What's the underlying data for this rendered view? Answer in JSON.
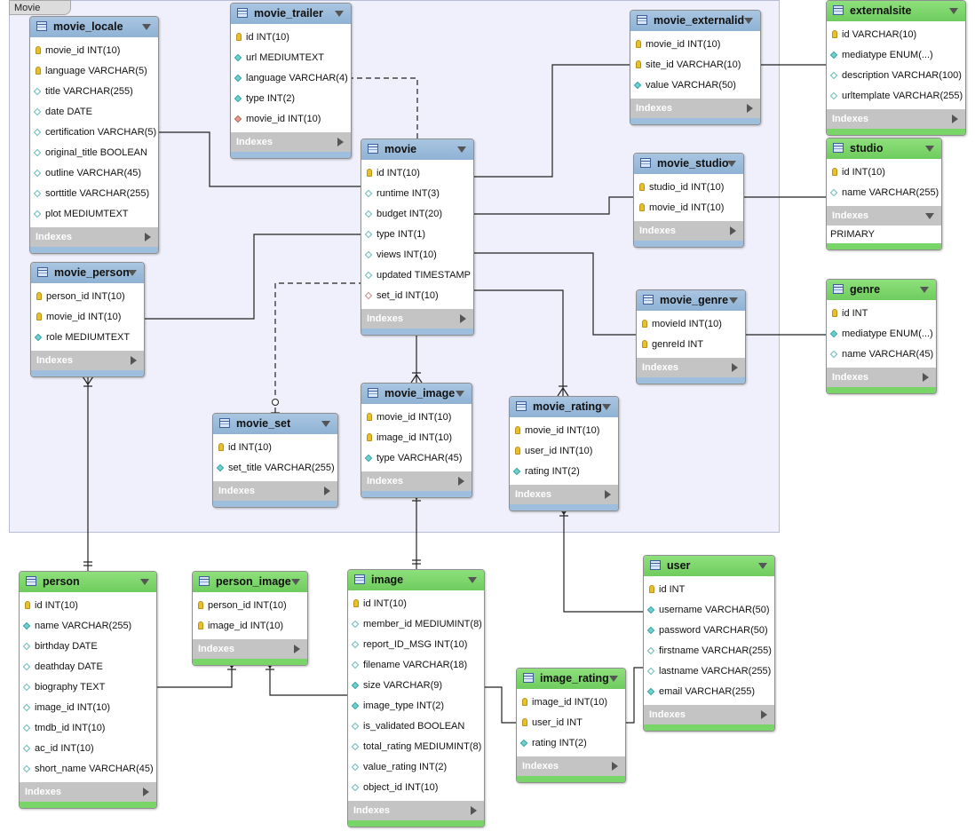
{
  "group": {
    "label": "Movie"
  },
  "indexes_label": "Indexes",
  "entities": {
    "movie_locale": {
      "name": "movie_locale",
      "fields": [
        {
          "text": "movie_id INT(10)",
          "kind": "pk"
        },
        {
          "text": "language VARCHAR(5)",
          "kind": "pk"
        },
        {
          "text": "title VARCHAR(255)",
          "kind": "nl"
        },
        {
          "text": "date DATE",
          "kind": "nl"
        },
        {
          "text": "certification VARCHAR(5)",
          "kind": "nl"
        },
        {
          "text": "original_title BOOLEAN",
          "kind": "nl"
        },
        {
          "text": "outline VARCHAR(45)",
          "kind": "nl"
        },
        {
          "text": "sorttitle VARCHAR(255)",
          "kind": "nl"
        },
        {
          "text": "plot MEDIUMTEXT",
          "kind": "nl"
        }
      ]
    },
    "movie_trailer": {
      "name": "movie_trailer",
      "fields": [
        {
          "text": "id INT(10)",
          "kind": "pk"
        },
        {
          "text": "url MEDIUMTEXT",
          "kind": "nn"
        },
        {
          "text": "language VARCHAR(4)",
          "kind": "nn"
        },
        {
          "text": "type INT(2)",
          "kind": "nn"
        },
        {
          "text": "movie_id INT(10)",
          "kind": "fk"
        }
      ]
    },
    "movie": {
      "name": "movie",
      "fields": [
        {
          "text": "id INT(10)",
          "kind": "pk"
        },
        {
          "text": "runtime INT(3)",
          "kind": "nl"
        },
        {
          "text": "budget INT(20)",
          "kind": "nl"
        },
        {
          "text": "type INT(1)",
          "kind": "nl"
        },
        {
          "text": "views INT(10)",
          "kind": "nl"
        },
        {
          "text": "updated TIMESTAMP",
          "kind": "nl"
        },
        {
          "text": "set_id INT(10)",
          "kind": "fkh"
        }
      ]
    },
    "movie_externalid": {
      "name": "movie_externalid",
      "fields": [
        {
          "text": "movie_id INT(10)",
          "kind": "pk"
        },
        {
          "text": "site_id VARCHAR(10)",
          "kind": "pk"
        },
        {
          "text": "value VARCHAR(50)",
          "kind": "nn"
        }
      ]
    },
    "externalsite": {
      "name": "externalsite",
      "fields": [
        {
          "text": "id VARCHAR(10)",
          "kind": "pk"
        },
        {
          "text": "mediatype ENUM(...)",
          "kind": "nn"
        },
        {
          "text": "description VARCHAR(100)",
          "kind": "nl"
        },
        {
          "text": "urltemplate VARCHAR(255)",
          "kind": "nl"
        }
      ]
    },
    "movie_studio": {
      "name": "movie_studio",
      "fields": [
        {
          "text": "studio_id INT(10)",
          "kind": "pk"
        },
        {
          "text": "movie_id INT(10)",
          "kind": "pk"
        }
      ]
    },
    "studio": {
      "name": "studio",
      "fields": [
        {
          "text": "id INT(10)",
          "kind": "pk"
        },
        {
          "text": "name VARCHAR(255)",
          "kind": "nl"
        }
      ],
      "index_items": [
        "PRIMARY"
      ]
    },
    "movie_person": {
      "name": "movie_person",
      "fields": [
        {
          "text": "person_id INT(10)",
          "kind": "pk"
        },
        {
          "text": "movie_id INT(10)",
          "kind": "pk"
        },
        {
          "text": "role MEDIUMTEXT",
          "kind": "nn"
        }
      ]
    },
    "movie_genre": {
      "name": "movie_genre",
      "fields": [
        {
          "text": "movieId INT(10)",
          "kind": "pk"
        },
        {
          "text": "genreId INT",
          "kind": "pk"
        }
      ]
    },
    "genre": {
      "name": "genre",
      "fields": [
        {
          "text": "id INT",
          "kind": "pk"
        },
        {
          "text": "mediatype ENUM(...)",
          "kind": "nn"
        },
        {
          "text": "name VARCHAR(45)",
          "kind": "nl"
        }
      ]
    },
    "movie_image": {
      "name": "movie_image",
      "fields": [
        {
          "text": "movie_id INT(10)",
          "kind": "pk"
        },
        {
          "text": "image_id INT(10)",
          "kind": "pk"
        },
        {
          "text": "type VARCHAR(45)",
          "kind": "nn"
        }
      ]
    },
    "movie_set": {
      "name": "movie_set",
      "fields": [
        {
          "text": "id INT(10)",
          "kind": "pk"
        },
        {
          "text": "set_title VARCHAR(255)",
          "kind": "nn"
        }
      ]
    },
    "movie_rating": {
      "name": "movie_rating",
      "fields": [
        {
          "text": "movie_id INT(10)",
          "kind": "pk"
        },
        {
          "text": "user_id INT(10)",
          "kind": "pk"
        },
        {
          "text": "rating INT(2)",
          "kind": "nn"
        }
      ]
    },
    "person": {
      "name": "person",
      "fields": [
        {
          "text": "id INT(10)",
          "kind": "pk"
        },
        {
          "text": "name VARCHAR(255)",
          "kind": "nn"
        },
        {
          "text": "birthday DATE",
          "kind": "nl"
        },
        {
          "text": "deathday DATE",
          "kind": "nl"
        },
        {
          "text": "biography TEXT",
          "kind": "nl"
        },
        {
          "text": "image_id INT(10)",
          "kind": "nl"
        },
        {
          "text": "tmdb_id INT(10)",
          "kind": "nl"
        },
        {
          "text": "ac_id INT(10)",
          "kind": "nl"
        },
        {
          "text": "short_name VARCHAR(45)",
          "kind": "nl"
        }
      ]
    },
    "person_image": {
      "name": "person_image",
      "fields": [
        {
          "text": "person_id INT(10)",
          "kind": "pk"
        },
        {
          "text": "image_id INT(10)",
          "kind": "pk"
        }
      ]
    },
    "image": {
      "name": "image",
      "fields": [
        {
          "text": "id INT(10)",
          "kind": "pk"
        },
        {
          "text": "member_id MEDIUMINT(8)",
          "kind": "nl"
        },
        {
          "text": "report_ID_MSG INT(10)",
          "kind": "nl"
        },
        {
          "text": "filename VARCHAR(18)",
          "kind": "nl"
        },
        {
          "text": "size VARCHAR(9)",
          "kind": "nn"
        },
        {
          "text": "image_type INT(2)",
          "kind": "nn"
        },
        {
          "text": "is_validated BOOLEAN",
          "kind": "nl"
        },
        {
          "text": "total_rating MEDIUMINT(8)",
          "kind": "nl"
        },
        {
          "text": "value_rating INT(2)",
          "kind": "nl"
        },
        {
          "text": "object_id INT(10)",
          "kind": "nl"
        }
      ]
    },
    "image_rating": {
      "name": "image_rating",
      "fields": [
        {
          "text": "image_id INT(10)",
          "kind": "pk"
        },
        {
          "text": "user_id INT",
          "kind": "pk"
        },
        {
          "text": "rating INT(2)",
          "kind": "nn"
        }
      ]
    },
    "user": {
      "name": "user",
      "fields": [
        {
          "text": "id INT",
          "kind": "pk"
        },
        {
          "text": "username VARCHAR(50)",
          "kind": "nn"
        },
        {
          "text": "password VARCHAR(50)",
          "kind": "nn"
        },
        {
          "text": "firstname VARCHAR(255)",
          "kind": "nl"
        },
        {
          "text": "lastname VARCHAR(255)",
          "kind": "nl"
        },
        {
          "text": "email VARCHAR(255)",
          "kind": "nn"
        }
      ]
    }
  },
  "colors": {
    "group_bg": "#eff0fb",
    "blue_header": "#9dbedc",
    "green_header": "#7ad569",
    "indexes_bar": "#c4c4c4"
  }
}
